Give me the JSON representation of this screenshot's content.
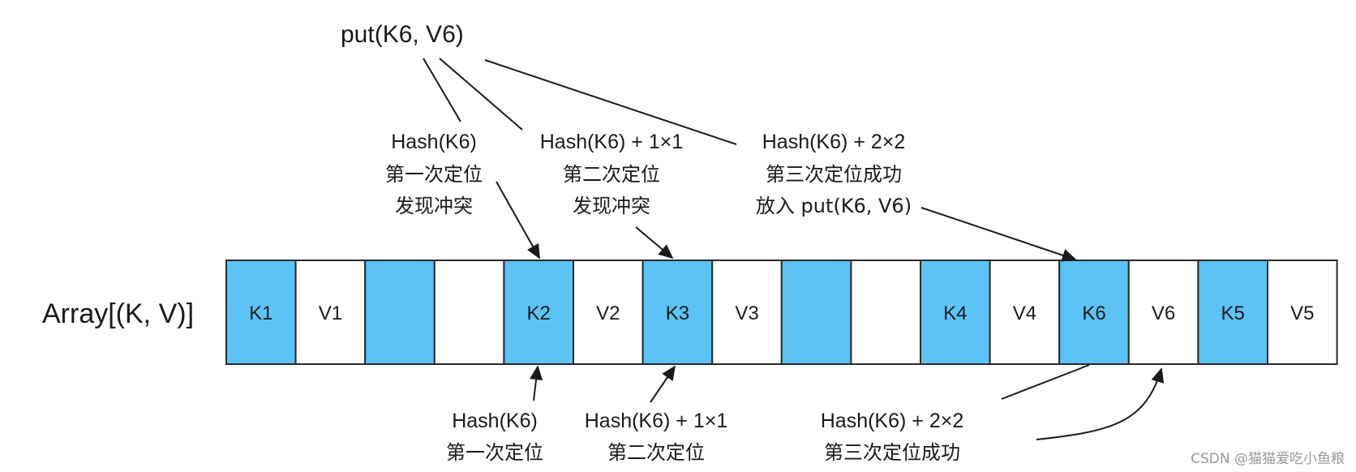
{
  "title": "put(K6, V6)",
  "array_label": "Array[(K, V)]",
  "colors": {
    "key_cell": "#5bc3f5",
    "value_cell": "#ffffff",
    "border": "#2a2a2a"
  },
  "cells": [
    {
      "text": "K1",
      "kind": "key"
    },
    {
      "text": "V1",
      "kind": "value"
    },
    {
      "text": "",
      "kind": "key"
    },
    {
      "text": "",
      "kind": "value"
    },
    {
      "text": "K2",
      "kind": "key"
    },
    {
      "text": "V2",
      "kind": "value"
    },
    {
      "text": "K3",
      "kind": "key"
    },
    {
      "text": "V3",
      "kind": "value"
    },
    {
      "text": "",
      "kind": "key"
    },
    {
      "text": "",
      "kind": "value"
    },
    {
      "text": "K4",
      "kind": "key"
    },
    {
      "text": "V4",
      "kind": "value"
    },
    {
      "text": "K6",
      "kind": "key"
    },
    {
      "text": "V6",
      "kind": "value"
    },
    {
      "text": "K5",
      "kind": "key"
    },
    {
      "text": "V5",
      "kind": "value"
    }
  ],
  "top_labels": {
    "first": [
      "Hash(K6)",
      "第一次定位",
      "发现冲突"
    ],
    "second": [
      "Hash(K6) + 1×1",
      "第二次定位",
      "发现冲突"
    ],
    "third": [
      "Hash(K6) + 2×2",
      "第三次定位成功",
      "放入 put(K6, V6)"
    ]
  },
  "bottom_labels": {
    "first": [
      "Hash(K6)",
      "第一次定位"
    ],
    "second": [
      "Hash(K6) + 1×1",
      "第二次定位"
    ],
    "third": [
      "Hash(K6) + 2×2",
      "第三次定位成功"
    ]
  },
  "watermark": "CSDN @猫猫爱吃小鱼粮"
}
